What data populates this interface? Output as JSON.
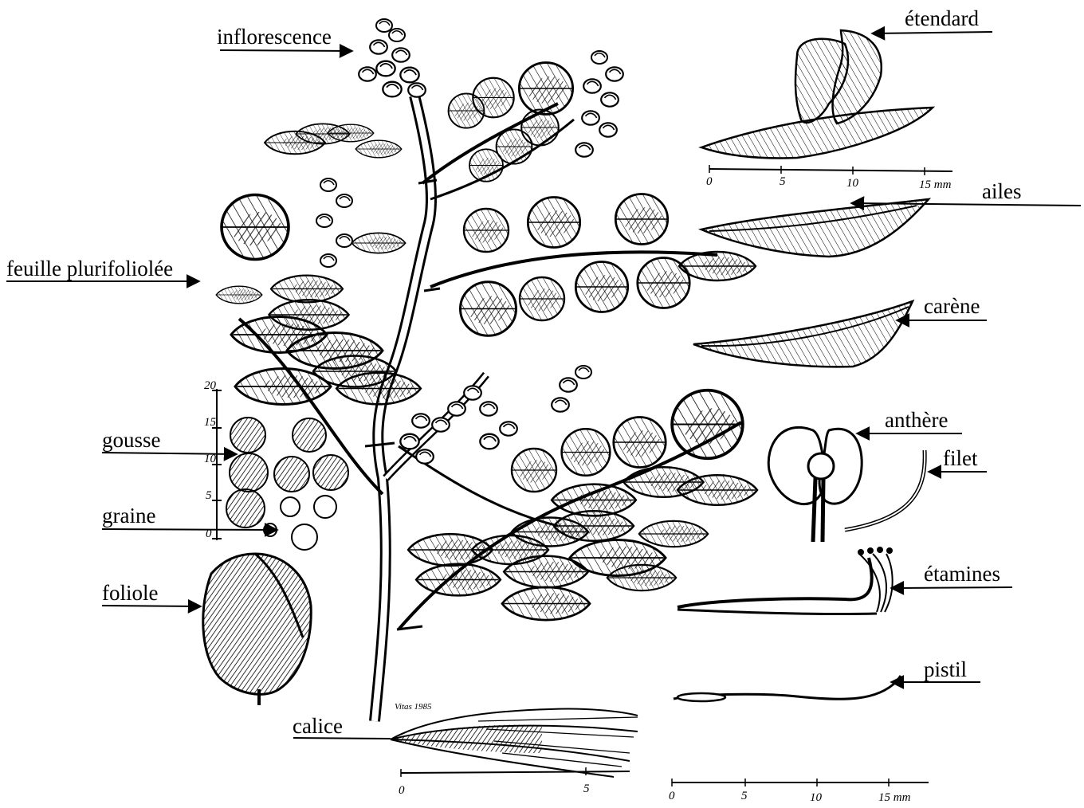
{
  "labels": {
    "inflorescence": "inflorescence",
    "etendard": "étendard",
    "ailes": "ailes",
    "feuille": "feuille plurifoliolée",
    "carene": "carène",
    "anthere": "anthère",
    "gousse": "gousse",
    "filet": "filet",
    "graine": "graine",
    "foliole": "foliole",
    "etamines": "étamines",
    "pistil": "pistil",
    "calice": "calice"
  },
  "scale_top": {
    "t0": "0",
    "t5": "5",
    "t10": "10",
    "t15": "15 mm"
  },
  "scale_bottom_left": {
    "t0": "0",
    "t5": "5"
  },
  "scale_bottom_right": {
    "t0": "0",
    "t5": "5",
    "t10": "10",
    "t15": "15 mm"
  },
  "scale_vertical": {
    "t0": "0",
    "t5": "5",
    "t10": "10",
    "t15": "15",
    "t20": "20"
  },
  "signature": "Vitas 1985",
  "colors": {
    "ink": "#000000",
    "paper": "#ffffff",
    "shade": "#555555"
  }
}
